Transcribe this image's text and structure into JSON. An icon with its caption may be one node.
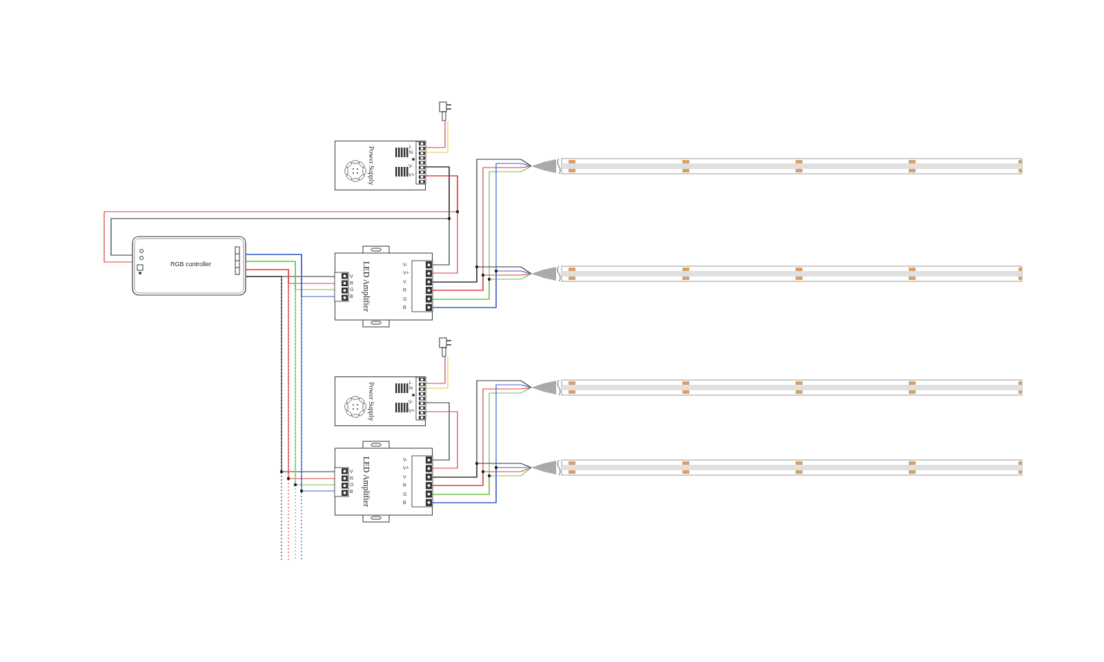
{
  "diagram": {
    "nodes": [
      {
        "text": [
          "RGB controller"
        ]
      },
      {
        "text": [
          "Power Supply"
        ]
      },
      {
        "text": [
          "LED Amplifier"
        ]
      },
      {
        "text": [
          "Power Supply"
        ]
      },
      {
        "text": [
          "LED Amplifier"
        ]
      },
      {
        "text": [],
        "shape": "bar"
      },
      {
        "text": [],
        "shape": "bar"
      },
      {
        "text": [],
        "shape": "bar"
      },
      {
        "text": [],
        "shape": "bar"
      },
      {
        "text": [],
        "shape": "picture"
      },
      {
        "text": [],
        "shape": "picture"
      }
    ],
    "edges": [
      {
        "from": 9,
        "to": 1,
        "arrow": "none",
        "color": "#e03c3c"
      },
      {
        "from": 9,
        "to": 1,
        "arrow": "none",
        "color": "#e6c84a"
      },
      {
        "from": 1,
        "to": 2,
        "arrow": "none",
        "color": "#333333"
      },
      {
        "from": 1,
        "to": 2,
        "arrow": "none",
        "color": "#e03c3c"
      },
      {
        "from": 1,
        "to": 0,
        "arrow": "none",
        "color": "#333333"
      },
      {
        "from": 1,
        "to": 0,
        "arrow": "none",
        "color": "#e03c3c"
      },
      {
        "from": 0,
        "to": 2,
        "arrow": "none",
        "color": "#333333"
      },
      {
        "from": 0,
        "to": 2,
        "arrow": "none",
        "color": "#e03c3c"
      },
      {
        "from": 0,
        "to": 2,
        "arrow": "none",
        "color": "#6cc04a"
      },
      {
        "from": 0,
        "to": 2,
        "arrow": "none",
        "color": "#3a5fcd"
      },
      {
        "from": 0,
        "to": 4,
        "arrow": "none",
        "color": "#333333"
      },
      {
        "from": 0,
        "to": 4,
        "arrow": "none",
        "color": "#e03c3c"
      },
      {
        "from": 0,
        "to": 4,
        "arrow": "none",
        "color": "#6cc04a"
      },
      {
        "from": 0,
        "to": 4,
        "arrow": "none",
        "color": "#3a5fcd"
      },
      {
        "from": 0,
        "to": null,
        "arrow": "none",
        "style": "dashed",
        "color": "#333333"
      },
      {
        "from": 0,
        "to": null,
        "arrow": "none",
        "style": "dashed",
        "color": "#e03c3c"
      },
      {
        "from": 0,
        "to": null,
        "arrow": "none",
        "style": "dashed",
        "color": "#6cc04a"
      },
      {
        "from": 0,
        "to": null,
        "arrow": "none",
        "style": "dashed",
        "color": "#3a5fcd"
      },
      {
        "from": 2,
        "to": 5,
        "arrow": "none",
        "color": "#333333"
      },
      {
        "from": 2,
        "to": 5,
        "arrow": "none",
        "color": "#e03c3c"
      },
      {
        "from": 2,
        "to": 5,
        "arrow": "none",
        "color": "#6cc04a"
      },
      {
        "from": 2,
        "to": 5,
        "arrow": "none",
        "color": "#3a5fcd"
      },
      {
        "from": 2,
        "to": 6,
        "arrow": "none",
        "color": "#333333"
      },
      {
        "from": 2,
        "to": 6,
        "arrow": "none",
        "color": "#e03c3c"
      },
      {
        "from": 2,
        "to": 6,
        "arrow": "none",
        "color": "#6cc04a"
      },
      {
        "from": 2,
        "to": 6,
        "arrow": "none",
        "color": "#3a5fcd"
      },
      {
        "from": 10,
        "to": 3,
        "arrow": "none",
        "color": "#e03c3c"
      },
      {
        "from": 10,
        "to": 3,
        "arrow": "none",
        "color": "#e6c84a"
      },
      {
        "from": 3,
        "to": 4,
        "arrow": "none",
        "color": "#333333"
      },
      {
        "from": 3,
        "to": 4,
        "arrow": "none",
        "color": "#e03c3c"
      },
      {
        "from": 4,
        "to": 7,
        "arrow": "none",
        "color": "#333333"
      },
      {
        "from": 4,
        "to": 7,
        "arrow": "none",
        "color": "#e03c3c"
      },
      {
        "from": 4,
        "to": 7,
        "arrow": "none",
        "color": "#6cc04a"
      },
      {
        "from": 4,
        "to": 7,
        "arrow": "none",
        "color": "#3a5fcd"
      },
      {
        "from": 4,
        "to": 8,
        "arrow": "none",
        "color": "#333333"
      },
      {
        "from": 4,
        "to": 8,
        "arrow": "none",
        "color": "#e03c3c"
      },
      {
        "from": 4,
        "to": 8,
        "arrow": "none",
        "color": "#6cc04a"
      },
      {
        "from": 4,
        "to": 8,
        "arrow": "none",
        "color": "#3a5fcd"
      }
    ],
    "labels": [
      "L",
      "N",
      "V-",
      "V+",
      "V",
      "R",
      "G",
      "B",
      "V-",
      "V+",
      "V",
      "R",
      "G",
      "B",
      "L",
      "N",
      "V-",
      "V+",
      "V",
      "R",
      "G",
      "B",
      "V-",
      "V+",
      "V",
      "R",
      "G",
      "B"
    ]
  }
}
